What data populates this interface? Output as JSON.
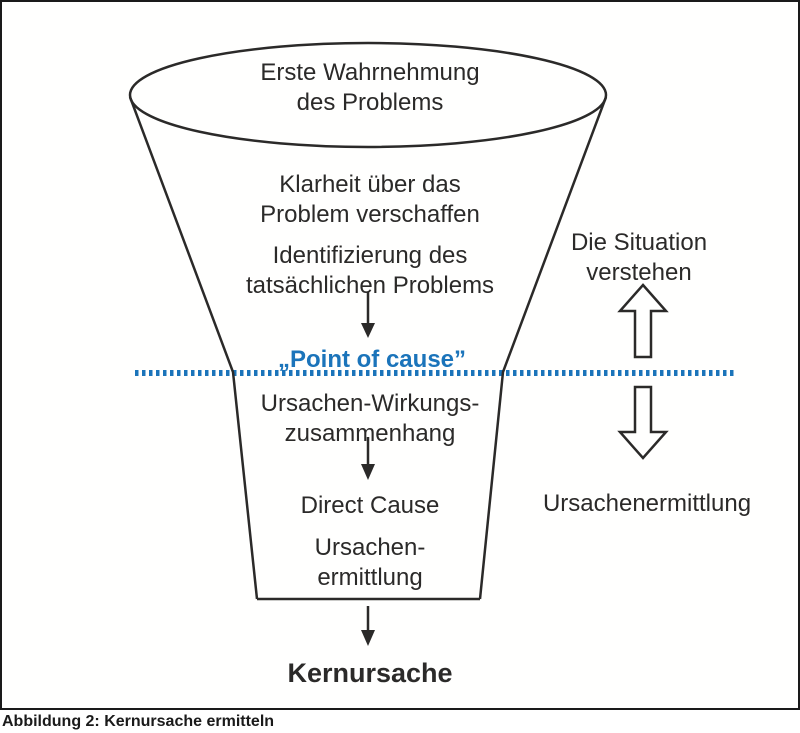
{
  "colors": {
    "accent_blue": "#1b74ba",
    "ink": "#2b2a29",
    "paper": "#fffffe"
  },
  "funnel": {
    "stage_top": "Erste Wahrnehmung\ndes Problems",
    "stage_clarity": "Klarheit über das\nProblem verschaffen",
    "stage_identify": "Identifizierung des\ntatsächlichen Problems",
    "point_of_cause": "„Point of cause”",
    "stage_cause_effect": "Ursachen-Wirkungs-\nzusammenhang",
    "stage_direct_cause": "Direct Cause",
    "stage_cause_determination": "Ursachen-\nermittlung",
    "result": "Kernursache"
  },
  "side": {
    "understand_situation": "Die Situation\nverstehen",
    "cause_determination": "Ursachenermittlung"
  },
  "caption": "Abbildung 2: Kernursache ermitteln"
}
